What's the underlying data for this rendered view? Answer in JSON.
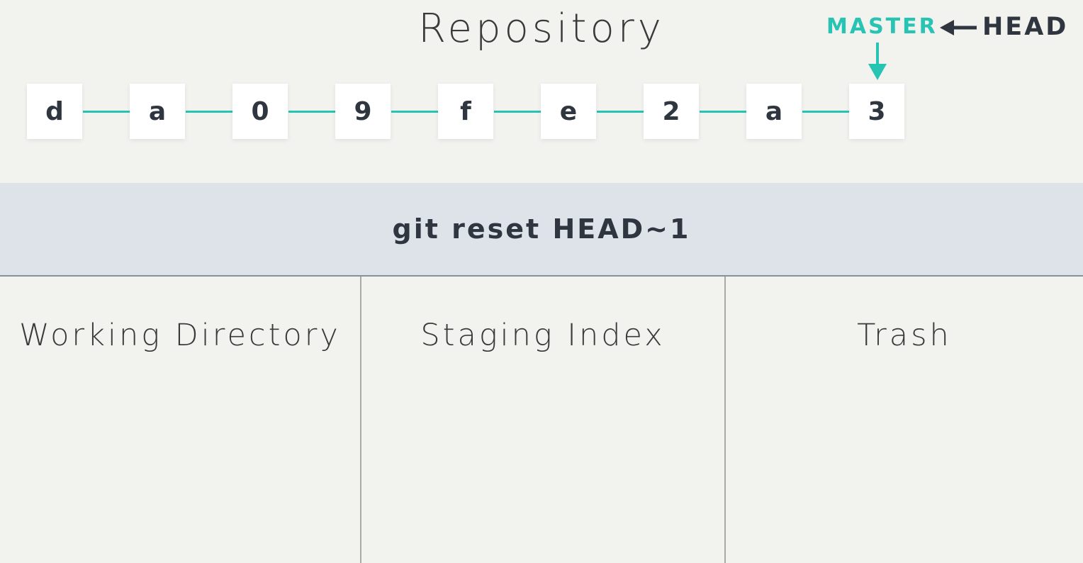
{
  "repository": {
    "title": "Repository",
    "commits": [
      "d",
      "a",
      "0",
      "9",
      "f",
      "e",
      "2",
      "a",
      "3"
    ],
    "branch_label": "MASTER",
    "head_label": "HEAD"
  },
  "command": {
    "text": "git reset HEAD~1"
  },
  "areas": [
    {
      "title": "Working Directory"
    },
    {
      "title": "Staging Index"
    },
    {
      "title": "Trash"
    }
  ],
  "colors": {
    "accent": "#27c4b4",
    "text_dark": "#2f3640",
    "background": "#f2f2ee",
    "band": "#dde3e9"
  }
}
